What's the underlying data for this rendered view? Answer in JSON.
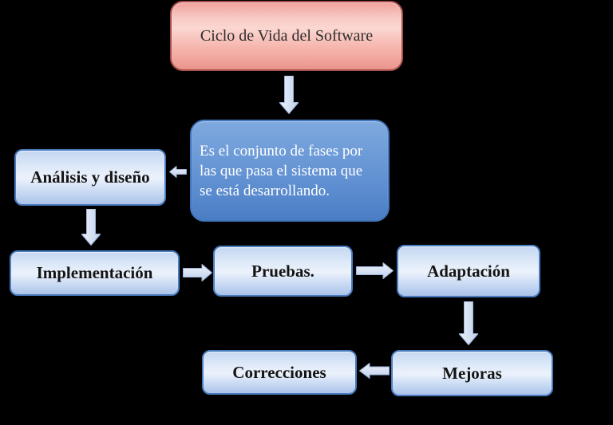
{
  "canvas": {
    "background": "#000000"
  },
  "diagram": {
    "nodes": {
      "title": {
        "label": "Ciclo de Vida del Software"
      },
      "description": {
        "lines": [
          "Es el conjunto de fases por",
          "las que pasa el sistema que",
          "se está desarrollando."
        ]
      },
      "analysis": {
        "label": "Análisis y diseño"
      },
      "implementation": {
        "label": "Implementación"
      },
      "testing": {
        "label": "Pruebas."
      },
      "adaptation": {
        "label": "Adaptación"
      },
      "improvements": {
        "label": "Mejoras"
      },
      "corrections": {
        "label": "Correcciones"
      }
    },
    "edges": [
      {
        "from": "title",
        "to": "description",
        "direction": "down"
      },
      {
        "from": "description",
        "to": "analysis",
        "direction": "left"
      },
      {
        "from": "analysis",
        "to": "implementation",
        "direction": "down"
      },
      {
        "from": "implementation",
        "to": "testing",
        "direction": "right"
      },
      {
        "from": "testing",
        "to": "adaptation",
        "direction": "right"
      },
      {
        "from": "adaptation",
        "to": "improvements",
        "direction": "down"
      },
      {
        "from": "improvements",
        "to": "corrections",
        "direction": "left"
      }
    ],
    "colors": {
      "background": "#000000",
      "title_box_fill_top": "#f0a19b",
      "title_box_fill_mid": "#fbd7d2",
      "title_box_fill_bottom": "#e8948b",
      "title_box_border": "#a84f4a",
      "title_text": "#2d2d2d",
      "description_box_fill_top": "#7fa9de",
      "description_box_fill_bottom": "#4a7dc4",
      "description_box_border": "#4176bd",
      "description_text": "#ffffff",
      "process_box_fill_top": "#c3d6f1",
      "process_box_fill_mid": "#ecf2fc",
      "process_box_fill_bottom": "#abc3e9",
      "process_box_border": "#4a7cc0",
      "process_text": "#141414",
      "arrow_fill_light": "#eef3fb",
      "arrow_fill_dark": "#bfcfeb",
      "arrow_stroke": "#9db3d8"
    }
  }
}
